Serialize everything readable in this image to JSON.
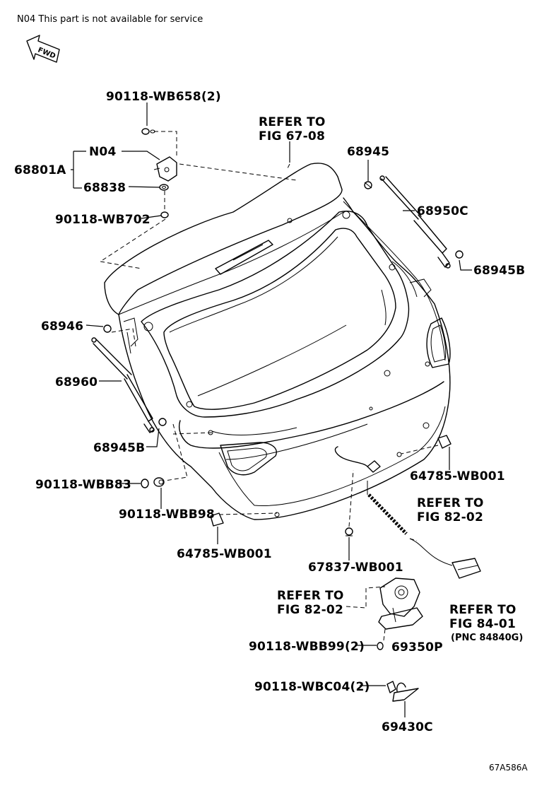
{
  "header_note": "N04 This part is not available for service",
  "fwd_label": "FWD",
  "diagram_code": "67A586A",
  "labels": {
    "p90118_wb658": "90118-WB658(2)",
    "refer_67_08_a": "REFER TO",
    "refer_67_08_b": "FIG 67-08",
    "p68801a": "68801A",
    "n04": "N04",
    "p68838": "68838",
    "p68945": "68945",
    "p90118_wb702": "90118-WB702",
    "p68950c": "68950C",
    "p68945b_right": "68945B",
    "p68946": "68946",
    "p68960": "68960",
    "p68945b_left": "68945B",
    "p90118_wbb83": "90118-WBB83",
    "p90118_wbb98": "90118-WBB98",
    "p64785_wb001_right": "64785-WB001",
    "refer_82_02_right_a": "REFER TO",
    "refer_82_02_right_b": "FIG 82-02",
    "p64785_wb001_left": "64785-WB001",
    "p67837_wb001": "67837-WB001",
    "refer_82_02_left_a": "REFER TO",
    "refer_82_02_left_b": "FIG 82-02",
    "refer_84_01_a": "REFER TO",
    "refer_84_01_b": "FIG 84-01",
    "pnc_84840g": "(PNC 84840G)",
    "p90118_wbb99": "90118-WBB99(2)",
    "p69350p": "69350P",
    "p90118_wbc04": "90118-WBC04(2)",
    "p69430c": "69430C"
  }
}
